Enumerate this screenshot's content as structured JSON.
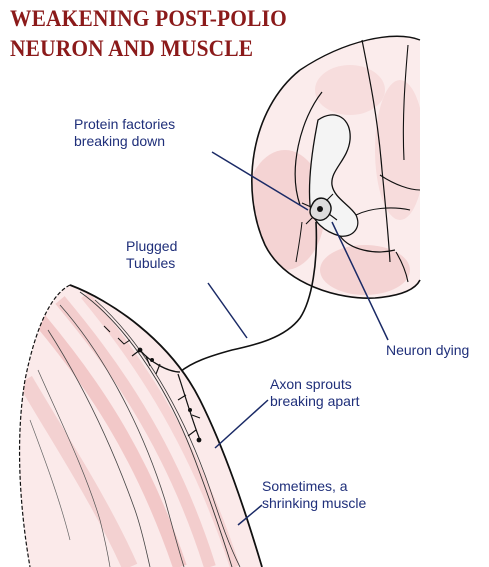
{
  "title": {
    "line1": "WEAKENING POST-POLIO",
    "line2": "NEURON AND MUSCLE"
  },
  "labels": {
    "protein_line1": "Protein factories",
    "protein_line2": "breaking down",
    "plugged_line1": "Plugged",
    "plugged_line2": "Tubules",
    "neuron_dying": "Neuron dying",
    "axon_line1": "Axon sprouts",
    "axon_line2": "breaking apart",
    "sometimes_line1": "Sometimes, a",
    "sometimes_line2": "shrinking muscle"
  },
  "colors": {
    "title": "#8b1a1a",
    "label_text": "#1f2f7a",
    "ink": "#111111",
    "tissue_pink": "#f0c4c4"
  }
}
